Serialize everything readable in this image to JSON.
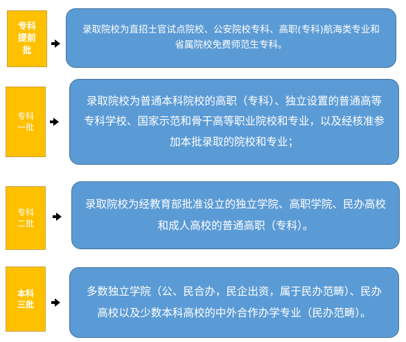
{
  "rows": [
    {
      "label": "专科\n提前\n批",
      "arrow": "arrow-right-icon",
      "text": "录取院校为直招士官试点院校、公安院校专科、高职(专科)航海类专业和省属院校免费师范生专科。"
    },
    {
      "label": "专科\n一批",
      "arrow": "arrow-right-icon",
      "text": "录取院校为普通本科院校的高职（专科）、独立设置的普通高等专科学校、国家示范和骨干高等职业院校和专业，以及经核准参加本批录取的院校和专业；"
    },
    {
      "label": "专科\n二批",
      "arrow": "arrow-right-icon",
      "text": "录取院校为经教育部批准设立的独立学院、高职学院、民办高校和成人高校的普通高职（专科）。"
    },
    {
      "label": "本科\n三批",
      "arrow": "arrow-right-icon",
      "text": "多数独立学院（公、民合办，民企出资，属于民办范畴）、民办高校以及少数本科高校的中外合作办学专业（民办范畴）。"
    }
  ],
  "colors": {
    "label_fill": "#ffc000",
    "box_fill": "#5b9bd5",
    "arrow": "#000000"
  }
}
